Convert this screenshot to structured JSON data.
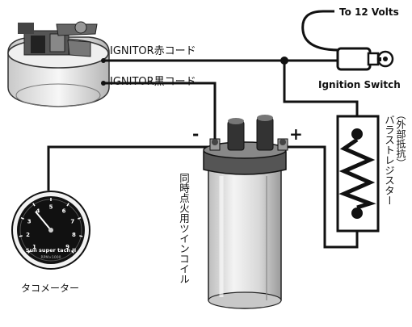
{
  "labels": {
    "to_12_volts": "To 12 Volts",
    "ignition_switch": "Ignition Switch",
    "ignitor_red_cord": "IGNITOR赤コード",
    "ignitor_black_cord": "IGNITOR黒コード",
    "minus_terminal": "-",
    "plus_terminal": "+",
    "coil_vertical": "同時点火用ツインコイル",
    "ballast_vertical_1": "（外部抵抗）",
    "ballast_vertical_2": "バラストレジスター",
    "tachometer": "タコメーター",
    "tach_brand": "Sun super tach II",
    "tach_scale": "RPM×1000"
  },
  "tach_ticks": [
    "1",
    "2",
    "3",
    "4",
    "5",
    "6",
    "7",
    "8",
    "9"
  ],
  "colors": {
    "wire": "#111111",
    "background": "#ffffff",
    "coil_body": "#e6e6e6",
    "tach_face": "#111111"
  }
}
